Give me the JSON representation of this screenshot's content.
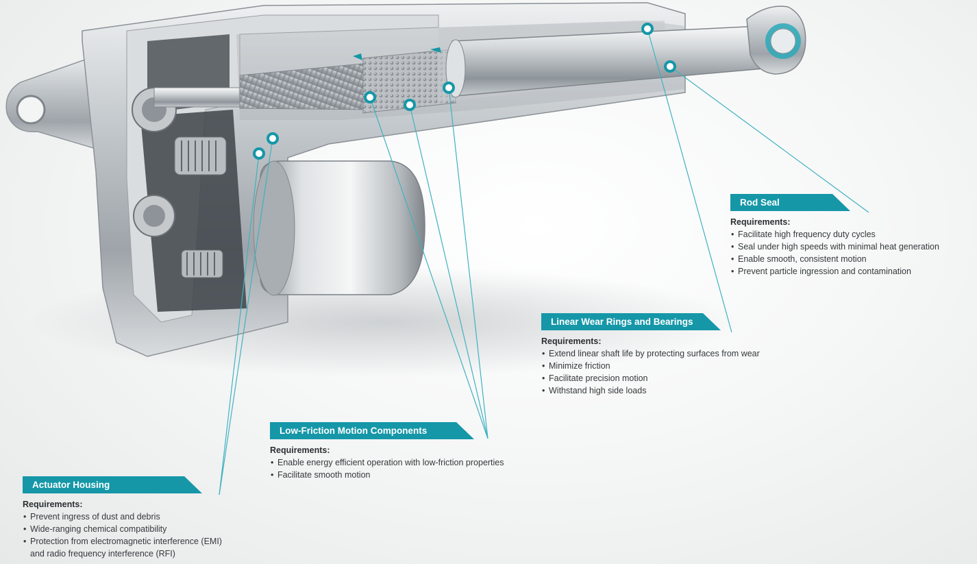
{
  "colors": {
    "accent": "#1597a8",
    "background": "#f2f3f3",
    "metal": "#b9bec2",
    "text": "#2f3436"
  },
  "callouts": [
    {
      "id": "rod-seal",
      "title": "Rod Seal",
      "requirements_label": "Requirements:",
      "items": [
        "Facilitate high frequency duty cycles",
        "Seal under high speeds with minimal heat generation",
        "Enable smooth, consistent motion",
        "Prevent particle ingression and contamination"
      ]
    },
    {
      "id": "linear-wear-rings",
      "title": "Linear Wear Rings and Bearings",
      "requirements_label": "Requirements:",
      "items": [
        "Extend linear shaft life by protecting surfaces from wear",
        "Minimize friction",
        "Facilitate precision motion",
        "Withstand high side loads"
      ]
    },
    {
      "id": "low-friction",
      "title": "Low-Friction Motion Components",
      "requirements_label": "Requirements:",
      "items": [
        "Enable energy efficient operation with low-friction properties",
        "Facilitate smooth motion"
      ]
    },
    {
      "id": "actuator-housing",
      "title": "Actuator Housing",
      "requirements_label": "Requirements:",
      "items": [
        "Prevent ingress of dust and debris",
        "Wide-ranging chemical compatibility",
        "Protection from electromagnetic interference (EMI)",
        "and radio frequency interference (RFI)"
      ]
    }
  ]
}
